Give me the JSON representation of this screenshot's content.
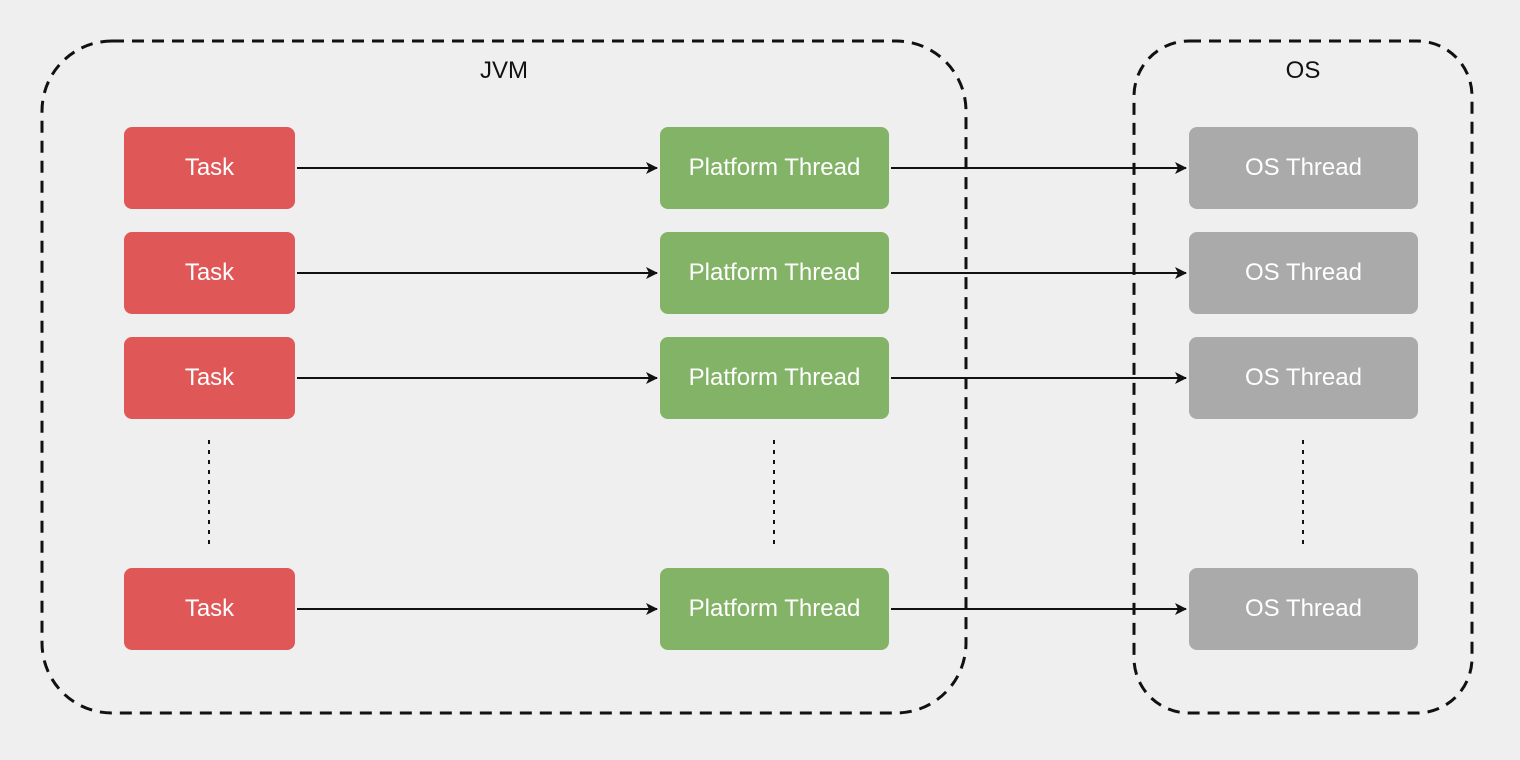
{
  "groups": {
    "jvm": {
      "label": "JVM"
    },
    "os": {
      "label": "OS"
    }
  },
  "columns": {
    "tasks": {
      "label": "Task",
      "color": "#e05757"
    },
    "platform_threads": {
      "label": "Platform Thread",
      "color": "#82b366"
    },
    "os_threads": {
      "label": "OS Thread",
      "color": "#aaaaaa"
    }
  },
  "colors": {
    "background": "#efefef",
    "border": "#111111",
    "arrow": "#111111"
  },
  "rows": [
    {
      "task": "Task",
      "platform_thread": "Platform Thread",
      "os_thread": "OS Thread"
    },
    {
      "task": "Task",
      "platform_thread": "Platform Thread",
      "os_thread": "OS Thread"
    },
    {
      "task": "Task",
      "platform_thread": "Platform Thread",
      "os_thread": "OS Thread"
    },
    {
      "task": "Task",
      "platform_thread": "Platform Thread",
      "os_thread": "OS Thread"
    }
  ]
}
